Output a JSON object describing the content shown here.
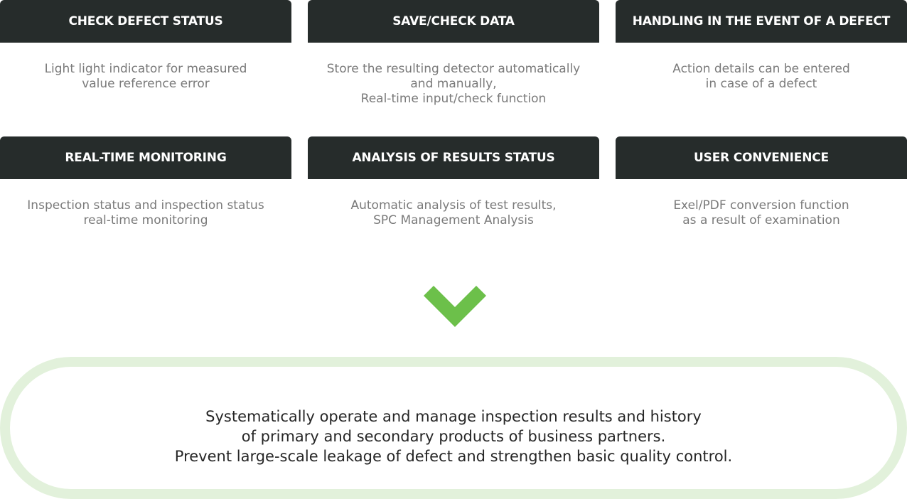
{
  "cards": [
    {
      "title": "CHECK DEFECT STATUS",
      "lines": [
        "Light light indicator for measured",
        "value reference error"
      ]
    },
    {
      "title": "SAVE/CHECK DATA",
      "lines": [
        "Store the resulting detector automatically",
        "and manually,",
        "Real-time input/check function"
      ]
    },
    {
      "title": "HANDLING IN THE EVENT OF A DEFECT",
      "lines": [
        "Action details can be entered",
        "in case of a defect"
      ]
    },
    {
      "title": "REAL-TIME MONITORING",
      "lines": [
        "Inspection status and inspection status",
        "real-time monitoring"
      ]
    },
    {
      "title": "ANALYSIS OF RESULTS STATUS",
      "lines": [
        "Automatic analysis of test results,",
        "SPC Management Analysis"
      ]
    },
    {
      "title": "USER CONVENIENCE",
      "lines": [
        "Exel/PDF conversion function",
        "as a result of examination"
      ]
    }
  ],
  "summary": {
    "lines": [
      "Systematically operate and manage inspection results and history",
      "of primary and secondary products of business partners.",
      "Prevent large-scale leakage of defect and strengthen basic quality control."
    ]
  },
  "colors": {
    "header_bg": "#262c2b",
    "arrow": "#6cc04a",
    "summary_border": "#e2f1db"
  },
  "icons": {
    "arrow": "chevron-down-icon"
  }
}
